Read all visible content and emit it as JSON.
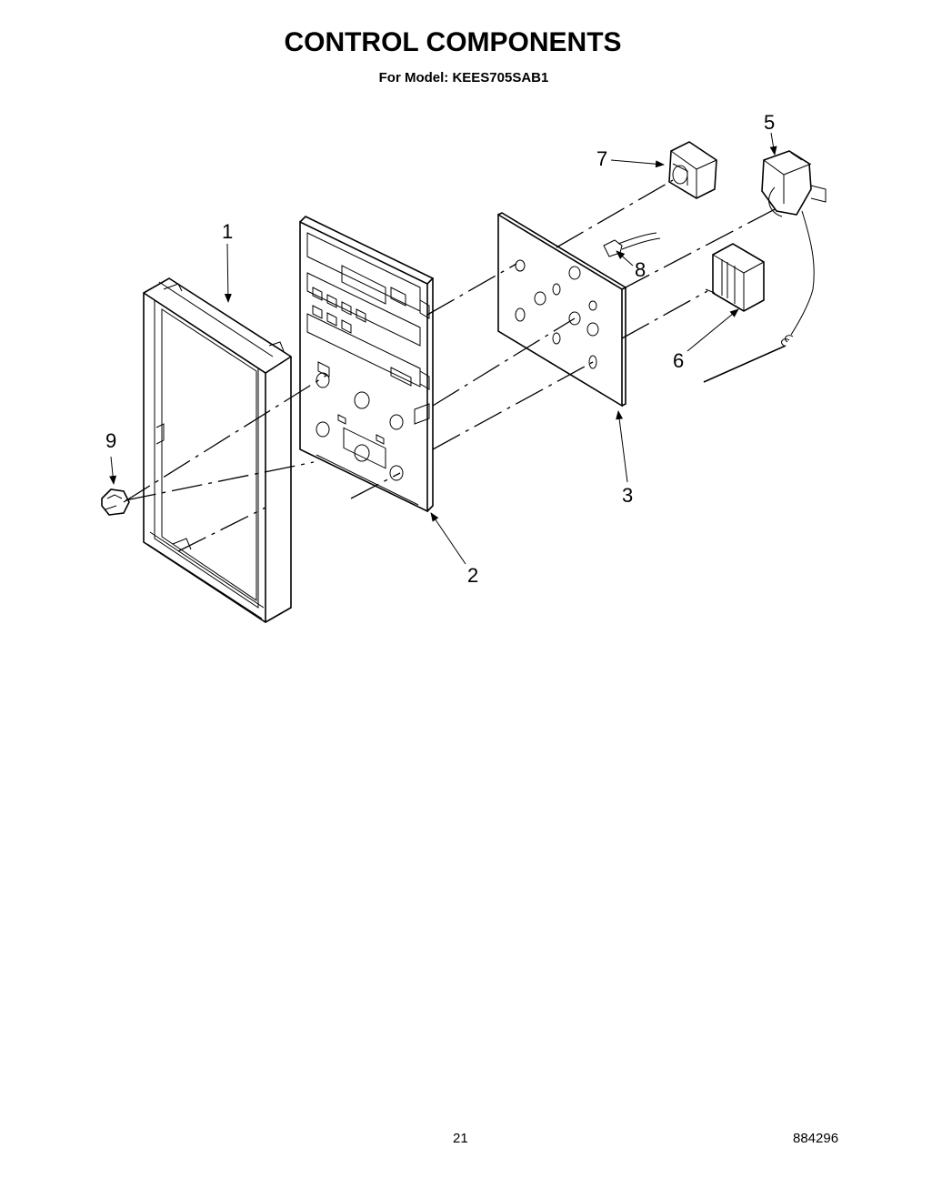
{
  "header": {
    "title": "CONTROL COMPONENTS",
    "subtitle": "For Model: KEES705SAB1"
  },
  "callouts": [
    "1",
    "2",
    "3",
    "5",
    "6",
    "7",
    "8",
    "9"
  ],
  "footer": {
    "page_number": "21",
    "document_number": "884296"
  }
}
